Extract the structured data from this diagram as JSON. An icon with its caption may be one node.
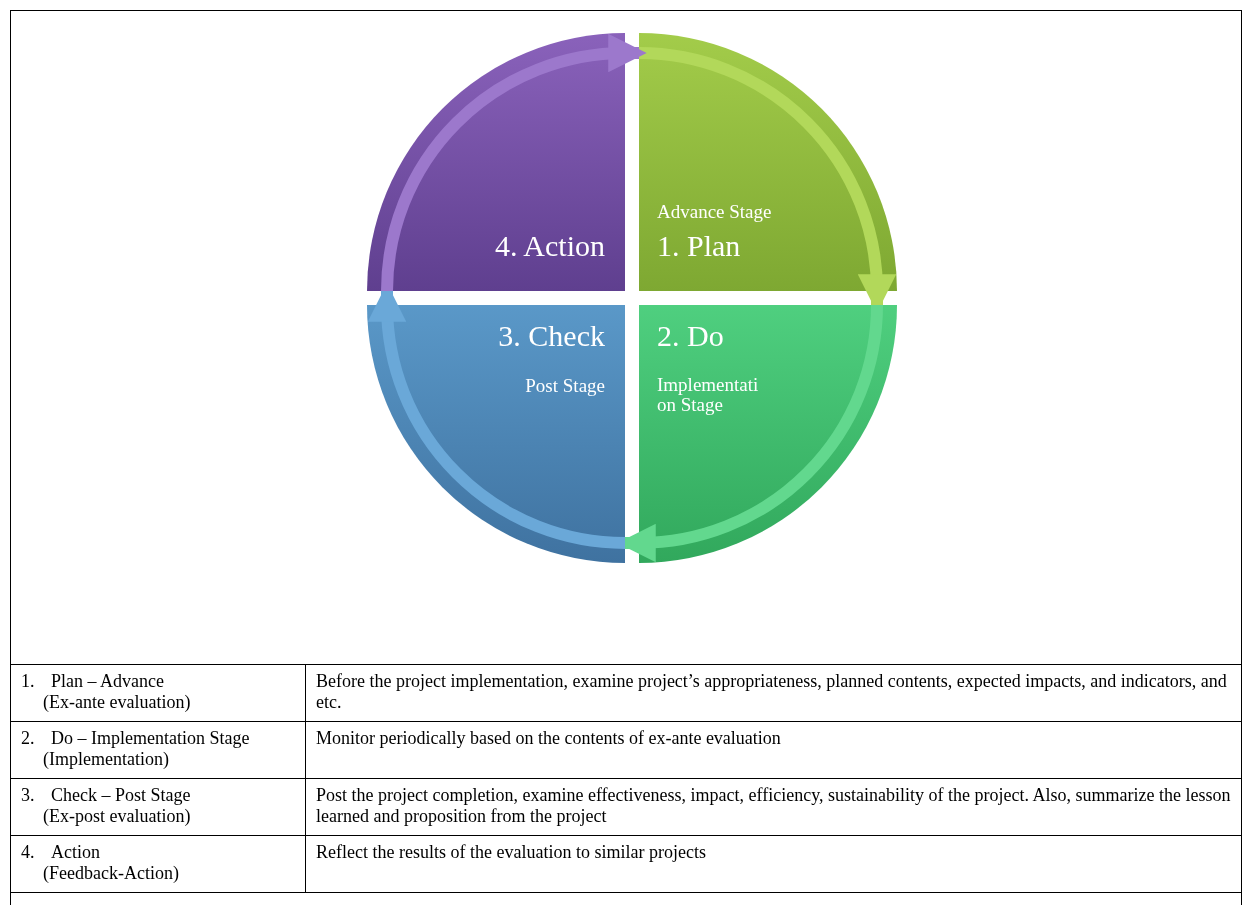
{
  "diagram": {
    "nodes": [
      {
        "text": [
          "Advance Stage",
          "1. Plan"
        ]
      },
      {
        "text": [
          "2. Do",
          "Implementati on Stage"
        ]
      },
      {
        "text": [
          "3. Check",
          "Post Stage"
        ]
      },
      {
        "text": [
          "4. Action"
        ]
      }
    ],
    "edges": [
      {
        "from": 0,
        "to": 1,
        "arrow": "to",
        "color": "#b2d85a"
      },
      {
        "from": 1,
        "to": 2,
        "arrow": "to",
        "color": "#62d88e"
      },
      {
        "from": 2,
        "to": 3,
        "arrow": "to",
        "color": "#6aa8d8"
      },
      {
        "from": 3,
        "to": 0,
        "arrow": "to",
        "color": "#9c78cc"
      }
    ],
    "labels": [
      "1. Plan – Advance (Ex-ante evaluation)",
      "Before the project implementation, examine project’s appropriateness, planned contents, expected impacts, and indicators, and etc.",
      "2. Do – Implementation Stage (Implementation)",
      "Monitor periodically based on the contents of ex-ante evaluation",
      "3. Check – Post Stage (Ex-post evaluation)",
      "Post the project completion, examine effectiveness, impact, efficiency, sustainability of the project. Also, summarize the lesson learned and proposition from the project",
      "4. Action (Feedback-Action)",
      "Reflect the results of the evaluation to similar projects"
    ]
  }
}
